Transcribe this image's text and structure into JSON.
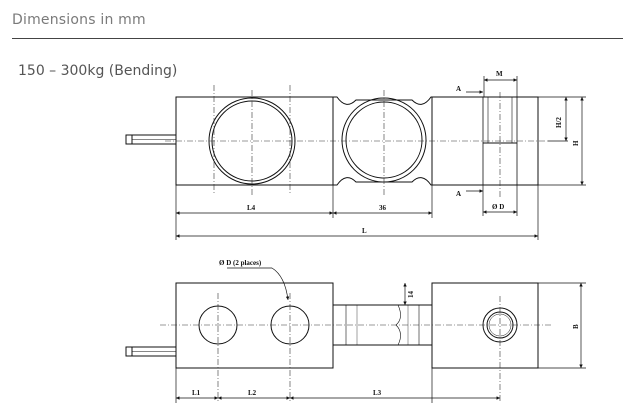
{
  "header": {
    "title": "Dimensions in mm"
  },
  "section": {
    "title": "150 – 300kg (Bending)"
  },
  "labels": {
    "top": {
      "M": "M",
      "A_top": "A",
      "A_bottom": "A",
      "H_half": "H/2",
      "H": "H",
      "OD": "Ø D",
      "L4": "L4",
      "d36": "36",
      "L": "L"
    },
    "bottom": {
      "holes": "Ø D (2 places)",
      "d14": "14",
      "B": "B",
      "L1": "L1",
      "L2": "L2",
      "L3": "L3"
    }
  },
  "colors": {
    "line": "#111111",
    "centerline": "#333333",
    "text_gray": "#7a7a7a"
  }
}
